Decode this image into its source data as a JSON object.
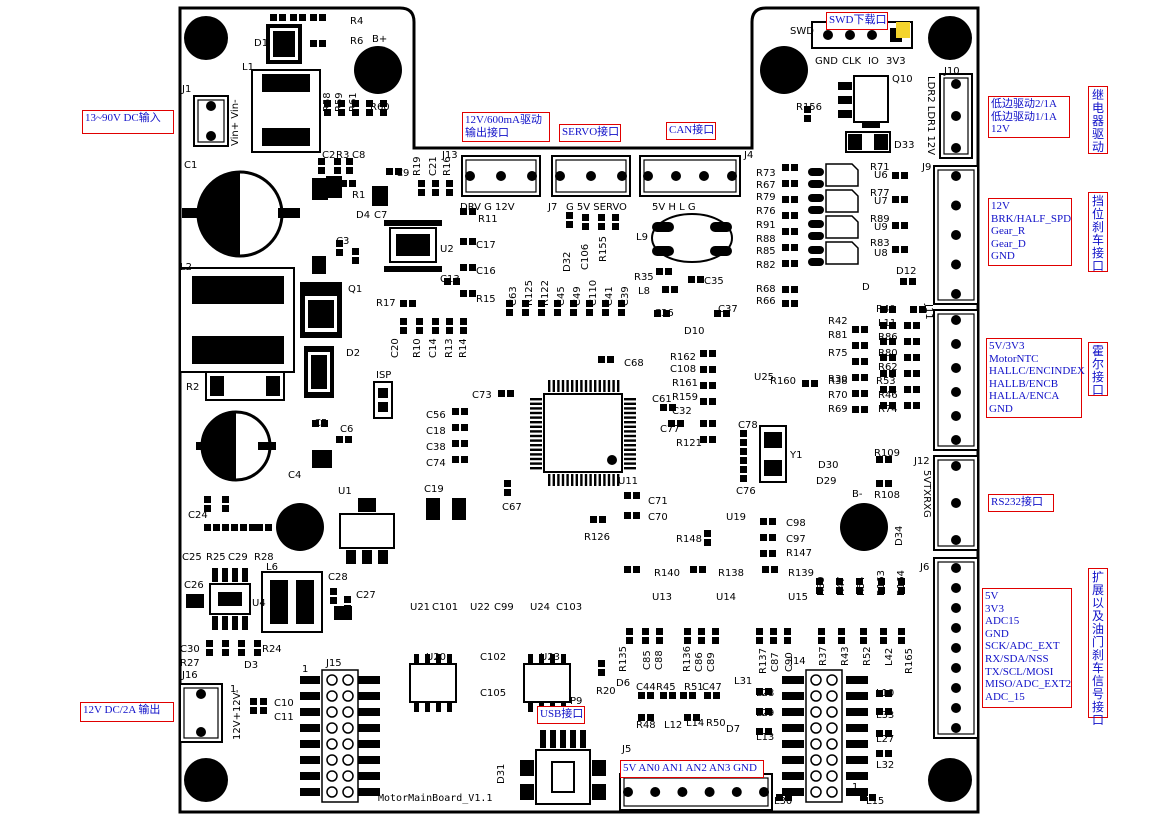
{
  "board": {
    "title": "MotorMainBoard_V1.1",
    "bplus": "B+",
    "bminus": "B-",
    "isp": "ISP",
    "swd": "SWD",
    "swd_pins": [
      "GND",
      "CLK",
      "IO",
      "3V3"
    ]
  },
  "callouts": {
    "dc_in": {
      "lines": [
        "13~90V DC输入"
      ]
    },
    "dc12": {
      "lines": [
        "12V DC/2A 输出"
      ]
    },
    "out12": {
      "lines": [
        "12V/600mA驱动",
        "输出接口"
      ]
    },
    "servo": {
      "lines": [
        "SERVO接口"
      ]
    },
    "can": {
      "lines": [
        "CAN接口"
      ]
    },
    "swd": {
      "lines": [
        "SWD下载口"
      ]
    },
    "lowside": {
      "lines": [
        "低边驱动2/1A",
        "低边驱动1/1A",
        "12V"
      ]
    },
    "gear": {
      "lines": [
        "12V",
        "BRK/HALF_SPD",
        "Gear_R",
        "Gear_D",
        "GND"
      ]
    },
    "hall": {
      "lines": [
        "5V/3V3",
        "MotorNTC",
        "HALLC/ENCINDEX",
        "HALLB/ENCB",
        "HALLA/ENCA",
        "GND"
      ]
    },
    "rs232": {
      "lines": [
        "RS232接口"
      ]
    },
    "expand": {
      "lines": [
        "5V",
        "3V3",
        "ADC15",
        "GND",
        "SCK/ADC_EXT",
        "RX/SDA/NSS",
        "TX/SCL/MOSI",
        "MISO/ADC_EXT2",
        "ADC_15"
      ]
    },
    "usb": {
      "lines": [
        "USB接口"
      ]
    },
    "analog": {
      "lines": [
        "5V AN0 AN1 AN2 AN3 GND"
      ]
    }
  },
  "vcallouts": {
    "relay": "继电器驱动",
    "gear": "挡位刹车接口",
    "hall": "霍尔接口",
    "expand": "扩展以及油门刹车信号接口"
  },
  "connectors": {
    "j1": "J1",
    "j1_pins": "Vin+ Vin-",
    "j16": "J16",
    "j16_pins": "12V+12V-",
    "j13": "J13",
    "j13_pins": "DRV G 12V",
    "j7": "J7",
    "j7_pins": "G 5V SERVO",
    "j4": "J4",
    "j4_pins": "5V H L G",
    "j10": "J10",
    "j10_pins": "LDR2 LDR1 12V",
    "j9": "J9",
    "j11": "J11",
    "j12": "J12",
    "j12_pins": "5VTXRXG",
    "j6": "J6",
    "j5": "J5",
    "j14": "J14",
    "j15": "J15",
    "p9": "P9"
  },
  "chips": {
    "u11": "U11",
    "u2": "U2",
    "u4": "U4",
    "u1": "U1",
    "u6": "U6",
    "u7": "U7",
    "u9": "U9",
    "u8": "U8",
    "u25": "U25",
    "u19": "U19",
    "u13": "U13",
    "u14": "U14",
    "u15": "U15",
    "u20": "U20",
    "u21": "U21",
    "u22": "U22",
    "u23": "U23",
    "u24": "U24",
    "q1": "Q1",
    "q10": "Q10",
    "y1": "Y1"
  },
  "refs": [
    {
      "t": "R4"
    },
    {
      "t": "R6"
    },
    {
      "t": "D1"
    },
    {
      "t": "L1"
    },
    {
      "t": "R58"
    },
    {
      "t": "R59"
    },
    {
      "t": "R61"
    },
    {
      "t": "R60"
    },
    {
      "t": "C1"
    },
    {
      "t": "C2"
    },
    {
      "t": "R3"
    },
    {
      "t": "C8"
    },
    {
      "t": "R1"
    },
    {
      "t": "C9"
    },
    {
      "t": "C7"
    },
    {
      "t": "R19"
    },
    {
      "t": "C21"
    },
    {
      "t": "R16"
    },
    {
      "t": "R11"
    },
    {
      "t": "D4"
    },
    {
      "t": "C3"
    },
    {
      "t": "C17"
    },
    {
      "t": "C16"
    },
    {
      "t": "C13"
    },
    {
      "t": "R15"
    },
    {
      "t": "L2"
    },
    {
      "t": "R17"
    },
    {
      "t": "D2"
    },
    {
      "t": "C20"
    },
    {
      "t": "R10"
    },
    {
      "t": "C14"
    },
    {
      "t": "R13"
    },
    {
      "t": "R14"
    },
    {
      "t": "R2"
    },
    {
      "t": "C5"
    },
    {
      "t": "C6"
    },
    {
      "t": "C4"
    },
    {
      "t": "C24"
    },
    {
      "t": "C25"
    },
    {
      "t": "R25"
    },
    {
      "t": "C29"
    },
    {
      "t": "R28"
    },
    {
      "t": "L6"
    },
    {
      "t": "C26"
    },
    {
      "t": "C28"
    },
    {
      "t": "C27"
    },
    {
      "t": "C30"
    },
    {
      "t": "R27"
    },
    {
      "t": "R24"
    },
    {
      "t": "D3"
    },
    {
      "t": "C10"
    },
    {
      "t": "C11"
    },
    {
      "t": "C63"
    },
    {
      "t": "R125"
    },
    {
      "t": "R122"
    },
    {
      "t": "C45"
    },
    {
      "t": "C49"
    },
    {
      "t": "C110"
    },
    {
      "t": "C41"
    },
    {
      "t": "C39"
    },
    {
      "t": "D32"
    },
    {
      "t": "C106"
    },
    {
      "t": "R155"
    },
    {
      "t": "L9"
    },
    {
      "t": "R35"
    },
    {
      "t": "L8"
    },
    {
      "t": "C35"
    },
    {
      "t": "C36"
    },
    {
      "t": "C37"
    },
    {
      "t": "D10"
    },
    {
      "t": "C68"
    },
    {
      "t": "C73"
    },
    {
      "t": "C56"
    },
    {
      "t": "C18"
    },
    {
      "t": "C38"
    },
    {
      "t": "C74"
    },
    {
      "t": "C19"
    },
    {
      "t": "C67"
    },
    {
      "t": "C71"
    },
    {
      "t": "C70"
    },
    {
      "t": "R126"
    },
    {
      "t": "R162"
    },
    {
      "t": "C108"
    },
    {
      "t": "R161"
    },
    {
      "t": "R159"
    },
    {
      "t": "C61"
    },
    {
      "t": "C32"
    },
    {
      "t": "C77"
    },
    {
      "t": "R121"
    },
    {
      "t": "R160"
    },
    {
      "t": "C78"
    },
    {
      "t": "C76"
    },
    {
      "t": "R148"
    },
    {
      "t": "C98"
    },
    {
      "t": "C97"
    },
    {
      "t": "R147"
    },
    {
      "t": "R156"
    },
    {
      "t": "D33"
    },
    {
      "t": "R73"
    },
    {
      "t": "R67"
    },
    {
      "t": "R79"
    },
    {
      "t": "R76"
    },
    {
      "t": "R91"
    },
    {
      "t": "R88"
    },
    {
      "t": "R85"
    },
    {
      "t": "R82"
    },
    {
      "t": "R71"
    },
    {
      "t": "R77"
    },
    {
      "t": "R89"
    },
    {
      "t": "R83"
    },
    {
      "t": "D12"
    },
    {
      "t": "D"
    },
    {
      "t": "R68"
    },
    {
      "t": "R66"
    },
    {
      "t": "R40"
    },
    {
      "t": "R42"
    },
    {
      "t": "L11"
    },
    {
      "t": "R81"
    },
    {
      "t": "R86"
    },
    {
      "t": "R75"
    },
    {
      "t": "R80"
    },
    {
      "t": "R38"
    },
    {
      "t": "R62"
    },
    {
      "t": "R30"
    },
    {
      "t": "R53"
    },
    {
      "t": "R70"
    },
    {
      "t": "R46"
    },
    {
      "t": "R69"
    },
    {
      "t": "R74"
    },
    {
      "t": "D30"
    },
    {
      "t": "R109"
    },
    {
      "t": "D29"
    },
    {
      "t": "R108"
    },
    {
      "t": "D34"
    },
    {
      "t": "R140"
    },
    {
      "t": "R138"
    },
    {
      "t": "R139"
    },
    {
      "t": "R39"
    },
    {
      "t": "R47"
    },
    {
      "t": "R54"
    },
    {
      "t": "R163"
    },
    {
      "t": "R164"
    },
    {
      "t": "C101"
    },
    {
      "t": "C99"
    },
    {
      "t": "C103"
    },
    {
      "t": "C102"
    },
    {
      "t": "C105"
    },
    {
      "t": "R135"
    },
    {
      "t": "C85"
    },
    {
      "t": "C88"
    },
    {
      "t": "R136"
    },
    {
      "t": "C86"
    },
    {
      "t": "C89"
    },
    {
      "t": "R137"
    },
    {
      "t": "C87"
    },
    {
      "t": "C90"
    },
    {
      "t": "R37"
    },
    {
      "t": "R43"
    },
    {
      "t": "R52"
    },
    {
      "t": "L42"
    },
    {
      "t": "R165"
    },
    {
      "t": "R20"
    },
    {
      "t": "D6"
    },
    {
      "t": "C44"
    },
    {
      "t": "R45"
    },
    {
      "t": "R51"
    },
    {
      "t": "C47"
    },
    {
      "t": "L31"
    },
    {
      "t": "R48"
    },
    {
      "t": "L12"
    },
    {
      "t": "L14"
    },
    {
      "t": "R50"
    },
    {
      "t": "D7"
    },
    {
      "t": "L28"
    },
    {
      "t": "L29"
    },
    {
      "t": "L13"
    },
    {
      "t": "L10"
    },
    {
      "t": "L33"
    },
    {
      "t": "L27"
    },
    {
      "t": "L32"
    },
    {
      "t": "D31"
    },
    {
      "t": "L30"
    },
    {
      "t": "L15"
    },
    {
      "t": "1"
    },
    {
      "t": "1"
    },
    {
      "t": "1"
    }
  ]
}
